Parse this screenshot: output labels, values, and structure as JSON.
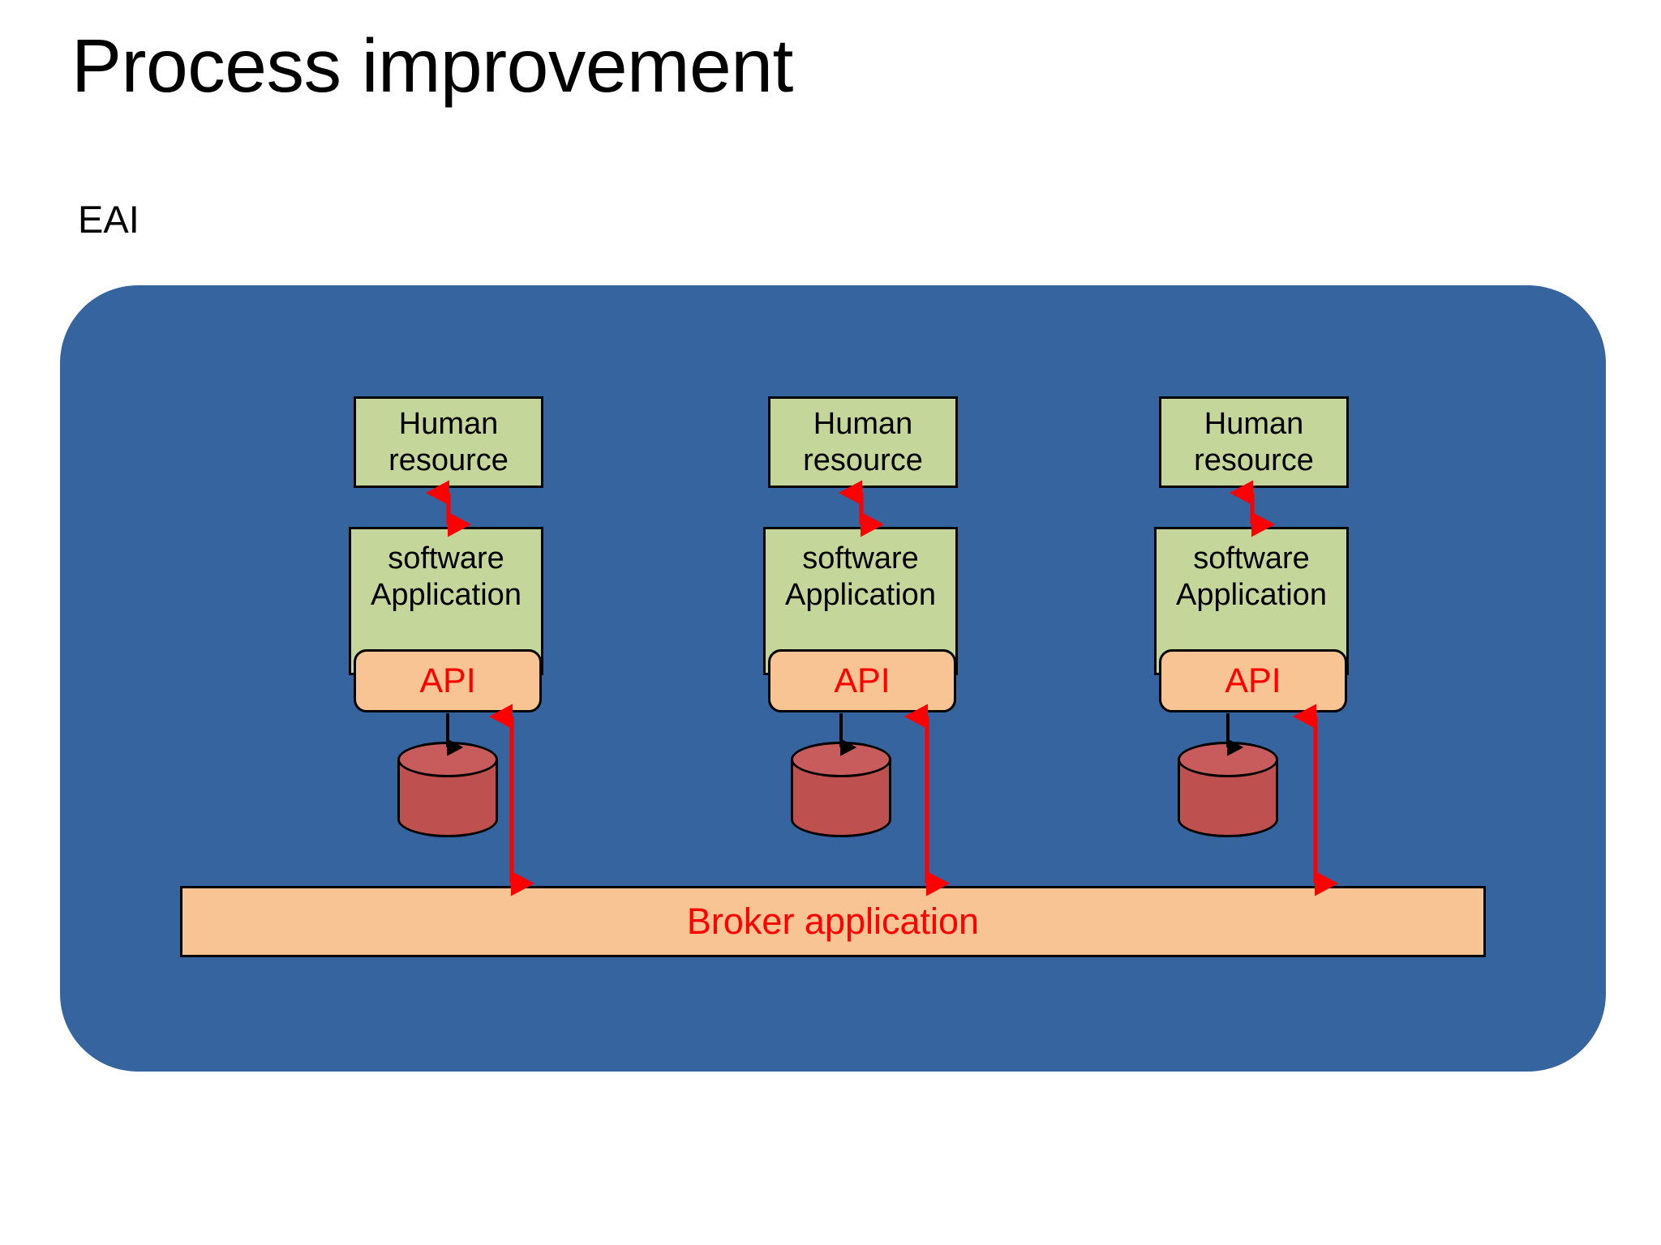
{
  "slide": {
    "title": "Process improvement",
    "subtitle": "EAI"
  },
  "colors": {
    "panel_blue": "#36649E",
    "node_green": "#C5D69A",
    "api_peach": "#F8C493",
    "broker_peach": "#F8C493",
    "database_red": "#BF5050",
    "arrow_red": "#FF0000",
    "arrow_black": "#000000",
    "text_black": "#000000",
    "background_white": "#FFFFFF"
  },
  "diagram": {
    "broker_label": "Broker application",
    "columns": [
      {
        "human_label": "Human resource",
        "app_label": "software Application",
        "api_label": "API",
        "database_name": "database-cylinder"
      },
      {
        "human_label": "Human resource",
        "app_label": "software Application",
        "api_label": "API",
        "database_name": "database-cylinder"
      },
      {
        "human_label": "Human resource",
        "app_label": "software Application",
        "api_label": "API",
        "database_name": "database-cylinder"
      }
    ],
    "connectors": [
      {
        "name": "human-to-app-arrow",
        "style": "double-headed",
        "color": "#FF0000"
      },
      {
        "name": "api-to-database-arrow",
        "style": "single-headed",
        "color": "#000000"
      },
      {
        "name": "api-to-broker-arrow",
        "style": "double-headed",
        "color": "#FF0000"
      }
    ]
  }
}
